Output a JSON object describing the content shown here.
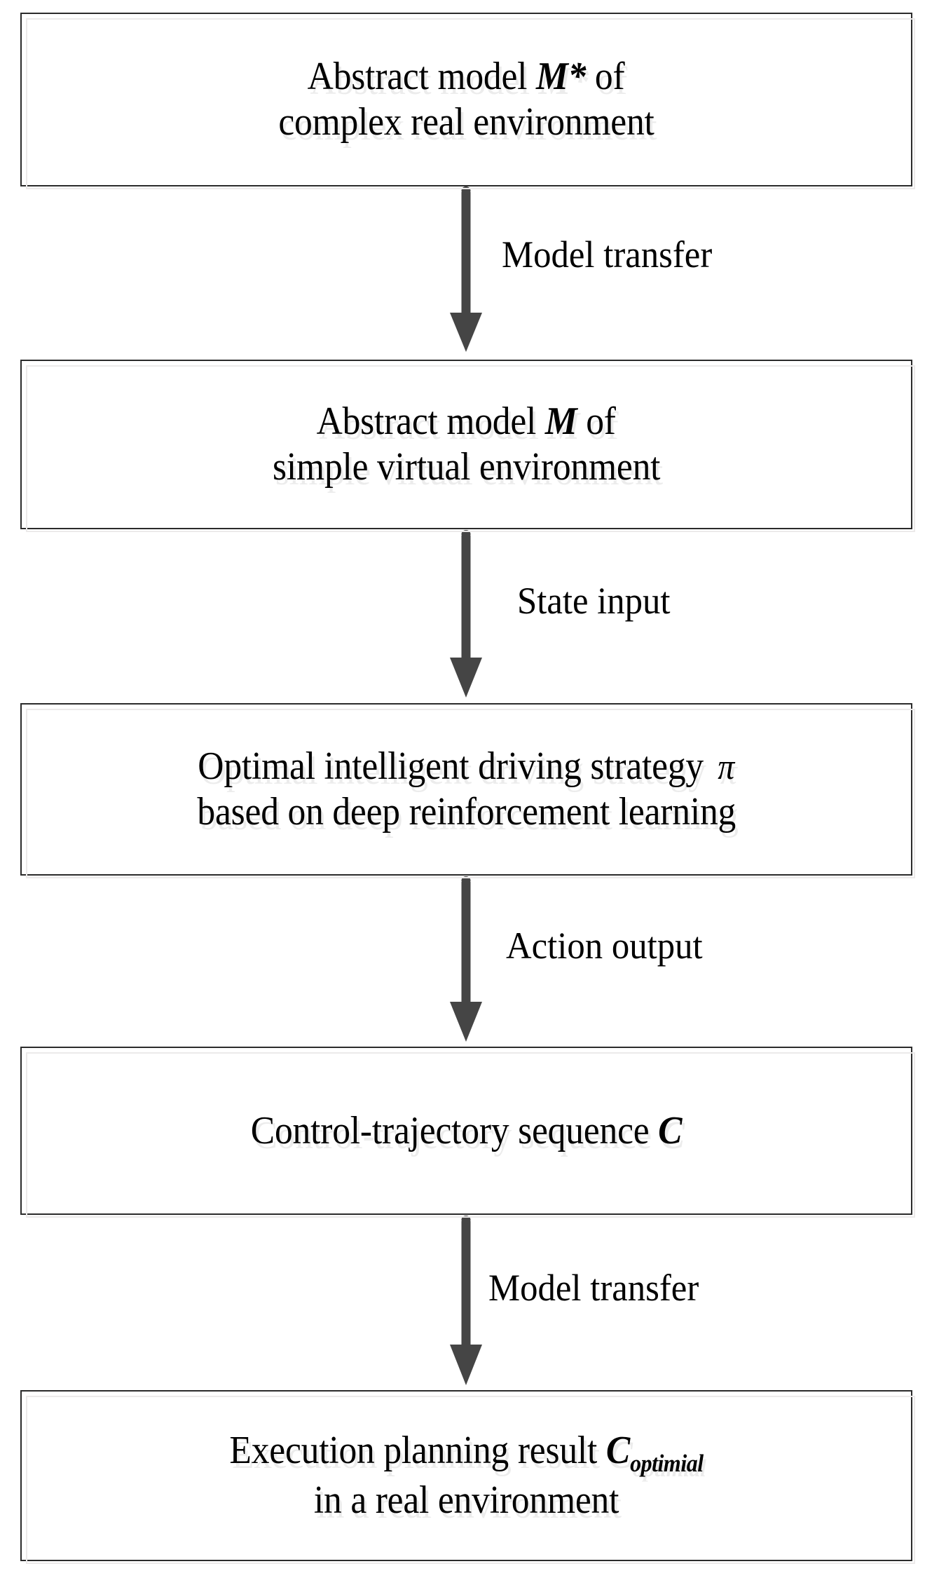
{
  "diagram": {
    "type": "flowchart",
    "orientation": "vertical",
    "arrow_color": "#454545",
    "box_border_color": "#2b2b2b",
    "box_shadow_color": "#eceaea",
    "text_color": "#000000",
    "nodes": [
      {
        "id": "abstract-model-real",
        "lines": [
          {
            "prefix": "Abstract model ",
            "symbol": "M*",
            "suffix": " of"
          },
          {
            "prefix": "complex real environment",
            "symbol": "",
            "suffix": ""
          }
        ]
      },
      {
        "id": "abstract-model-virtual",
        "lines": [
          {
            "prefix": "Abstract model ",
            "symbol": "M",
            "suffix": " of"
          },
          {
            "prefix": "simple virtual environment",
            "symbol": "",
            "suffix": ""
          }
        ]
      },
      {
        "id": "optimal-strategy",
        "lines": [
          {
            "prefix": "Optimal intelligent driving strategy",
            "symbol": "π",
            "suffix": ""
          },
          {
            "prefix": "based on deep reinforcement learning",
            "symbol": "",
            "suffix": ""
          }
        ]
      },
      {
        "id": "control-trajectory",
        "lines": [
          {
            "prefix": "Control-trajectory sequence ",
            "symbol": "C",
            "suffix": ""
          }
        ]
      },
      {
        "id": "execution-planning",
        "lines": [
          {
            "prefix": "Execution planning result ",
            "symbol": "C",
            "subscript": "optimial",
            "suffix": ""
          },
          {
            "prefix": "in a real environment",
            "symbol": "",
            "suffix": ""
          }
        ]
      }
    ],
    "edges": [
      {
        "id": "edge-model-transfer-1",
        "label": "Model transfer"
      },
      {
        "id": "edge-state-input",
        "label": "State input"
      },
      {
        "id": "edge-action-output",
        "label": "Action output"
      },
      {
        "id": "edge-model-transfer-2",
        "label": "Model transfer"
      }
    ]
  }
}
